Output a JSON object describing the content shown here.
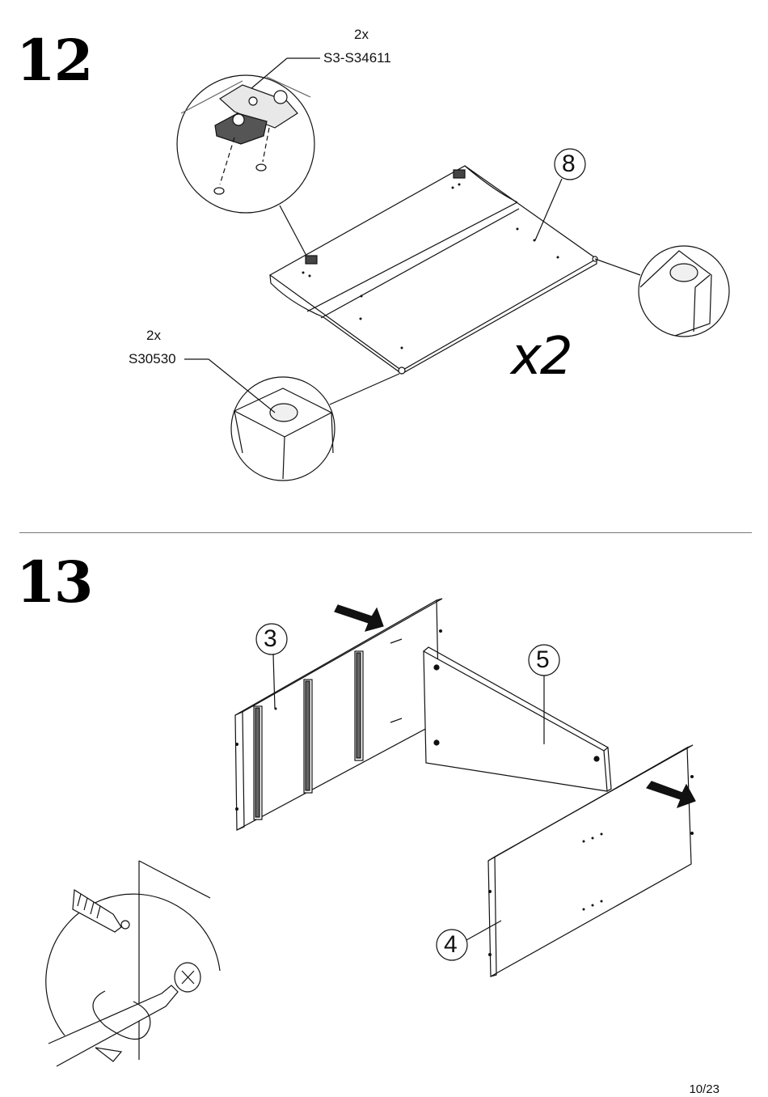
{
  "step12": {
    "number": "12",
    "hinge_qty": "2x",
    "hinge_code": "S3-S34611",
    "pad_qty": "2x",
    "pad_code": "S30530",
    "part_label": "8",
    "multiplier": "x2"
  },
  "step13": {
    "number": "13",
    "part_left": "3",
    "part_back": "5",
    "part_front": "4"
  },
  "footer": {
    "page": "10/23"
  }
}
